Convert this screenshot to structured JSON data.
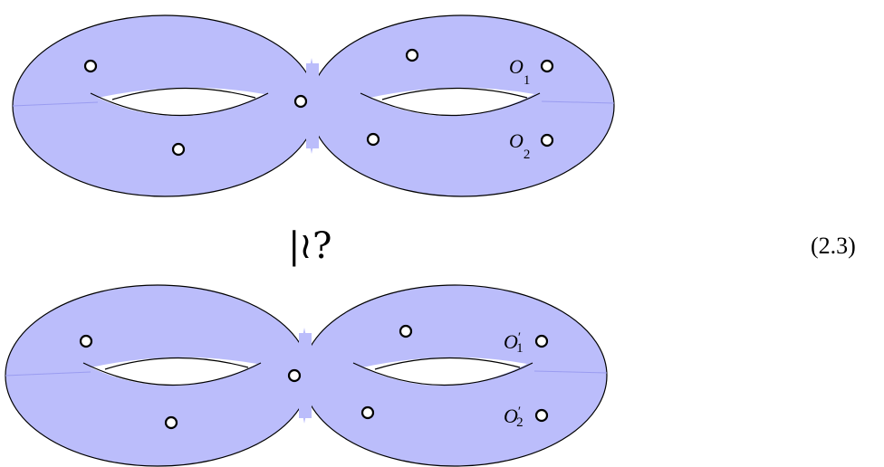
{
  "relation_symbol": "≀?",
  "relation_bar": "|",
  "equation_number": "(2.3)",
  "top_surface": {
    "operators": [
      {
        "base": "O",
        "subscript": "1",
        "prime": ""
      },
      {
        "base": "O",
        "subscript": "2",
        "prime": ""
      }
    ]
  },
  "bottom_surface": {
    "operators": [
      {
        "base": "O",
        "subscript": "1",
        "prime": "′"
      },
      {
        "base": "O",
        "subscript": "2",
        "prime": "′"
      }
    ]
  },
  "colors": {
    "surface_fill": "#bbbdfb",
    "outline": "#000000",
    "puncture_fill": "#ffffff"
  }
}
